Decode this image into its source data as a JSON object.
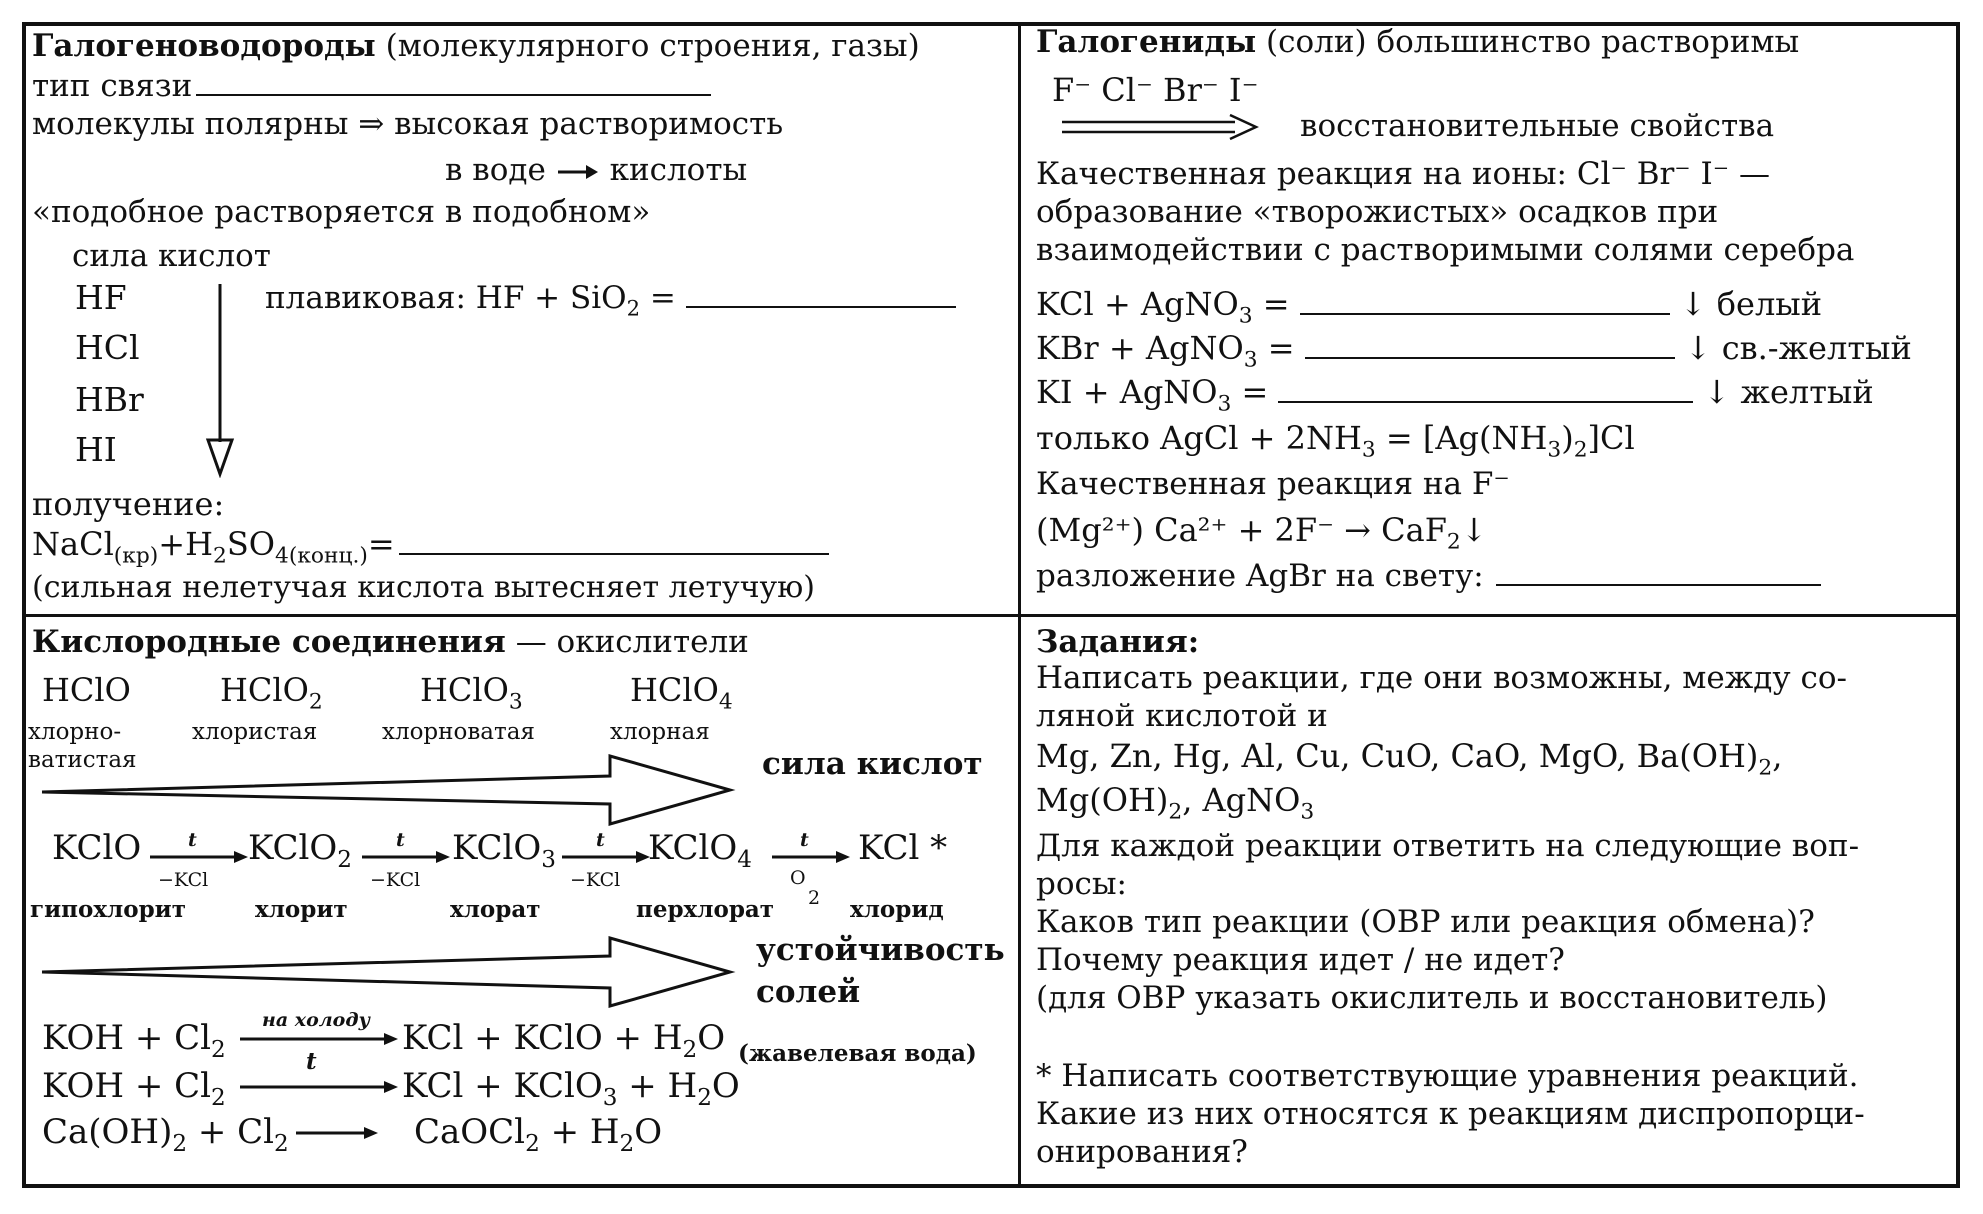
{
  "q1": {
    "title": "Галогеноводороды",
    "subtitle": "(молекулярного строения, газы)",
    "bond_label": "тип связи",
    "polar_line": "молекулы полярны ⇒ высокая растворимость",
    "water_line": "в воде",
    "acids_word": "кислоты",
    "proverb": "«подобное растворяется в подобном»",
    "acid_strength": "сила кислот",
    "acids": [
      "HF",
      "HCl",
      "HBr",
      "HI"
    ],
    "hf_reaction_prefix": "плавиковая: HF + SiO",
    "hf_reaction_sub": "2",
    "eq_sign": "=",
    "obtain_label": "получение:",
    "nacl": "NaCl",
    "nacl_sub": "(кр)",
    "plus_h2": "+H",
    "h2_sub": "2",
    "so4": "SO",
    "so4_sub": "4(конц.)",
    "note": "(сильная нелетучая кислота вытесняет летучую)"
  },
  "q2": {
    "title": "Галогениды",
    "subtitle": "(соли) большинство растворимы",
    "ions": "F⁻ Cl⁻ Br⁻ I⁻",
    "reducing": "восстановительные свойства",
    "qual_line1": "Качественная реакция на ионы: Cl⁻ Br⁻ I⁻ —",
    "qual_line2": "образование «творожистых» осадков при",
    "qual_line3": "взаимодействии с растворимыми солями серебра",
    "rows": [
      {
        "left": "KCl + AgNO",
        "sub": "3",
        "color": "↓ белый"
      },
      {
        "left": "KBr + AgNO",
        "sub": "3",
        "color": "↓ св.-желтый"
      },
      {
        "left": "KI + AgNO",
        "sub": "3",
        "color": "↓ желтый"
      }
    ],
    "only_prefix": "только",
    "only_eq_a": "AgCl + 2NH",
    "only_eq_sub1": "3",
    "only_eq_b": " = [Ag(NH",
    "only_eq_sub2": "3",
    "only_eq_c": ")",
    "only_eq_sub3": "2",
    "only_eq_d": "]Cl",
    "qual_f": "Качественная реакция на F⁻",
    "mg_eq_a": "(Mg²⁺) Ca²⁺ + 2F⁻ → CaF",
    "mg_eq_sub": "2",
    "mg_eq_b": "↓",
    "decomp": "разложение AgBr на свету:"
  },
  "q3": {
    "title": "Кислородные соединения",
    "title_rest": "— окислители",
    "acids": [
      {
        "f": "HClO",
        "sub": "",
        "name": "хлорно-"
      },
      {
        "f": "HClO",
        "sub": "2",
        "name": "хлористая"
      },
      {
        "f": "HClO",
        "sub": "3",
        "name": "хлорноватая"
      },
      {
        "f": "HClO",
        "sub": "4",
        "name": "хлорная"
      }
    ],
    "name_cont": "ватистая",
    "acid_strength": "сила кислот",
    "salts": [
      {
        "f": "KClO",
        "sub": "",
        "name": "гипохлорит"
      },
      {
        "f": "KClO",
        "sub": "2",
        "name": "хлорит"
      },
      {
        "f": "KClO",
        "sub": "3",
        "name": "хлорат"
      },
      {
        "f": "KClO",
        "sub": "4",
        "name": "перхлорат"
      },
      {
        "f": "KCl *",
        "sub": "",
        "name": "хлорид"
      }
    ],
    "arrow_top": "t",
    "arrow_bottom": "−KCl",
    "o2_label": "O",
    "o2_sub": "2",
    "stability_1": "устойчивость",
    "stability_2": "солей",
    "eq1_left": "KOH + Cl",
    "eq1_cond": "на холоду",
    "eq1_right": "KCl + KClO + H",
    "eq1_right_end": "O",
    "eq1_note": "(жавелевая вода)",
    "eq2_left": "KOH + Cl",
    "eq2_cond": "t",
    "eq2_right": "KCl + KClO",
    "eq2_right_end": " + H",
    "eq2_right_o": "O",
    "eq3_left": "Ca(OH)",
    "eq3_plus": " + Cl",
    "eq3_right": "CaOCl",
    "eq3_right_end": " + H",
    "eq3_right_o": "O",
    "sub2": "2",
    "sub3": "3"
  },
  "q4": {
    "title": "Задания:",
    "l1": "Написать реакции, где они возможны, между со-",
    "l2": "ляной кислотой и",
    "l3a": "Mg, Zn, Hg, Al, Cu, CuO, CaO, MgO, Ba(OH)",
    "l3b": ",",
    "l4a": "Mg(OH)",
    "l4b": ", AgNO",
    "l5": "Для каждой реакции ответить на следующие воп-",
    "l6": "росы:",
    "l7": "Каков тип реакции (ОВР или реакция обмена)?",
    "l8": "Почему реакция идет / не идет?",
    "l9": "(для ОВР указать окислитель и восстановитель)",
    "l10": "* Написать соответствующие уравнения реакций.",
    "l11": "Какие из них относятся к реакциям диспропорци-",
    "l12": "онирования?"
  }
}
